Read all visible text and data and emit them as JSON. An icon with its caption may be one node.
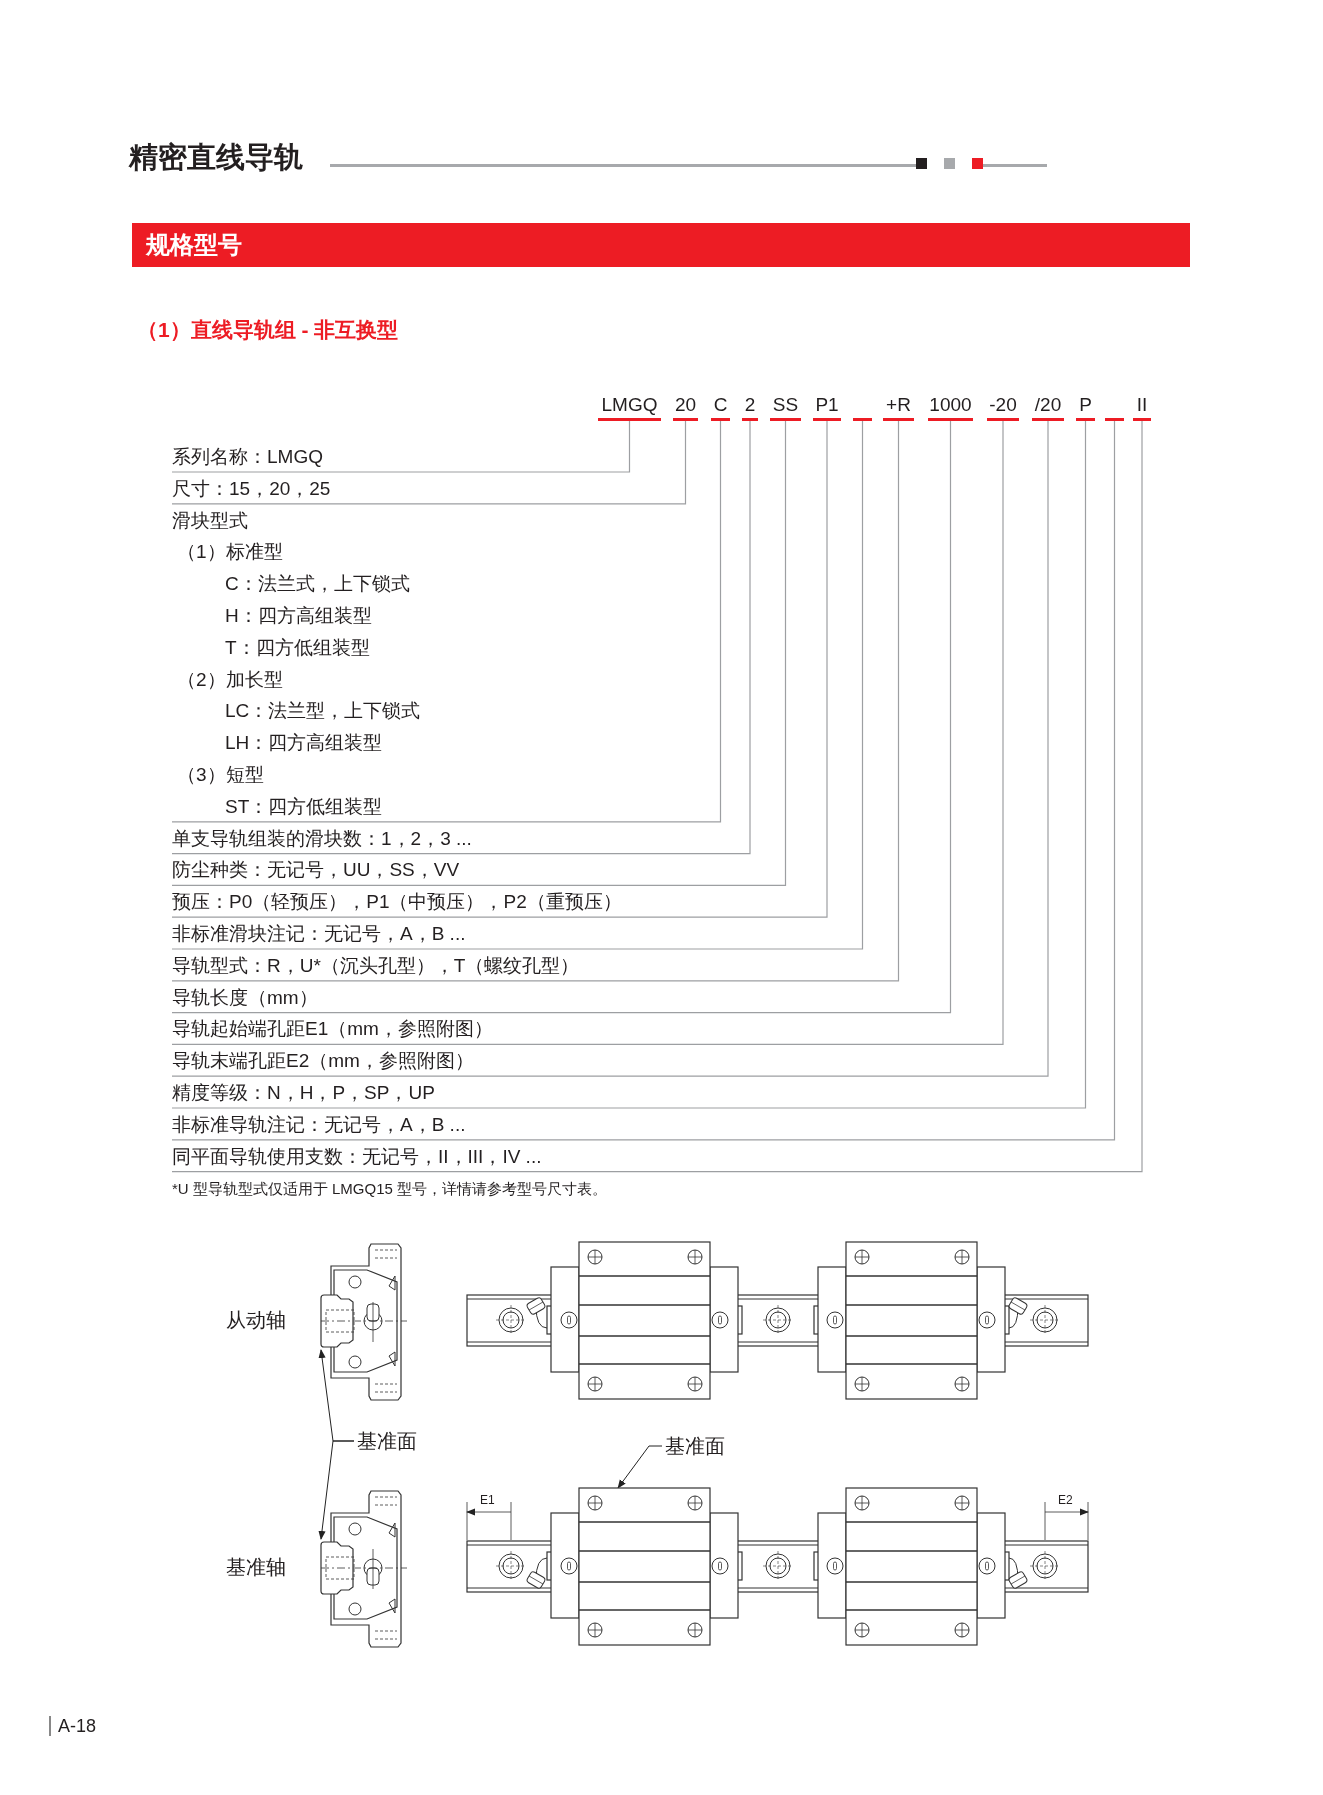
{
  "diagram": {
    "title": "精密直线导轨",
    "nodes": [
      {
        "text": [
          "规格型号"
        ]
      },
      {
        "text": [
          "LMGQ"
        ]
      },
      {
        "text": [
          "20"
        ]
      },
      {
        "text": [
          "C"
        ]
      },
      {
        "text": [
          "2"
        ]
      },
      {
        "text": [
          "SS"
        ]
      },
      {
        "text": [
          "P1"
        ]
      },
      {
        "text": [],
        "shape": "bar"
      },
      {
        "text": [
          "+R"
        ]
      },
      {
        "text": [
          "1000"
        ]
      },
      {
        "text": [
          "-20"
        ]
      },
      {
        "text": [
          "/20"
        ]
      },
      {
        "text": [
          "P"
        ]
      },
      {
        "text": [],
        "shape": "bar"
      },
      {
        "text": [
          "II"
        ]
      },
      {
        "text": [
          "系列名称：LMGQ"
        ]
      },
      {
        "text": [
          "尺寸：15，20，25"
        ]
      },
      {
        "text": [
          "滑块型式",
          "（1）标准型",
          "C：法兰式，上下锁式",
          "H：四方高组装型",
          "T：四方低组装型",
          "（2）加长型",
          "LC：法兰型，上下锁式",
          "LH：四方高组装型",
          "（3）短型",
          "ST：四方低组装型"
        ]
      },
      {
        "text": [
          "单支导轨组装的滑块数：1，2，3 ..."
        ]
      },
      {
        "text": [
          "防尘种类：无记号，UU，SS，VV"
        ]
      },
      {
        "text": [
          "预压：P0（轻预压），P1（中预压），P2（重预压）"
        ]
      },
      {
        "text": [
          "非标准滑块注记：无记号，A，B ..."
        ]
      },
      {
        "text": [
          "导轨型式：R，U*（沉头孔型），T（螺纹孔型）"
        ]
      },
      {
        "text": [
          "导轨长度（mm）"
        ]
      },
      {
        "text": [
          "导轨起始端孔距E1（mm，参照附图）"
        ]
      },
      {
        "text": [
          "导轨末端孔距E2（mm，参照附图）"
        ]
      },
      {
        "text": [
          "精度等级：N，H，P，SP，UP"
        ]
      },
      {
        "text": [
          "非标准导轨注记：无记号，A，B ..."
        ]
      },
      {
        "text": [
          "同平面导轨使用支数：无记号，II，III，IV ..."
        ]
      },
      {
        "text": [
          "基准面"
        ]
      },
      {
        "text": [],
        "shape": "picture"
      },
      {
        "text": [],
        "shape": "picture"
      },
      {
        "text": [
          "基准面"
        ]
      },
      {
        "text": [],
        "shape": "picture"
      }
    ],
    "edges": [
      {
        "from": 1,
        "to": 15,
        "arrow": "none"
      },
      {
        "from": 2,
        "to": 16,
        "arrow": "none"
      },
      {
        "from": 3,
        "to": 17,
        "arrow": "none"
      },
      {
        "from": 4,
        "to": 18,
        "arrow": "none"
      },
      {
        "from": 5,
        "to": 19,
        "arrow": "none"
      },
      {
        "from": 6,
        "to": 20,
        "arrow": "none"
      },
      {
        "from": 7,
        "to": 21,
        "arrow": "none"
      },
      {
        "from": 8,
        "to": 22,
        "arrow": "none"
      },
      {
        "from": 9,
        "to": 23,
        "arrow": "none"
      },
      {
        "from": 10,
        "to": 24,
        "arrow": "none"
      },
      {
        "from": 11,
        "to": 25,
        "arrow": "none"
      },
      {
        "from": 12,
        "to": 26,
        "arrow": "none"
      },
      {
        "from": 13,
        "to": 27,
        "arrow": "none"
      },
      {
        "from": 14,
        "to": 28,
        "arrow": "none"
      },
      {
        "from": 29,
        "to": 30,
        "arrow": "to",
        "color": "#222222"
      },
      {
        "from": 29,
        "to": 31,
        "arrow": "to",
        "color": "#222222"
      },
      {
        "from": 32,
        "to": 33,
        "arrow": "to",
        "color": "#222222"
      }
    ],
    "labels": [
      "（1）直线导轨组 - 非互换型",
      "*U 型导轨型式仅适用于 LMGQ15 型号，详情请参考型号尺寸表。",
      "从动轴",
      "基准轴",
      "E1",
      "E2",
      "A-18"
    ]
  }
}
